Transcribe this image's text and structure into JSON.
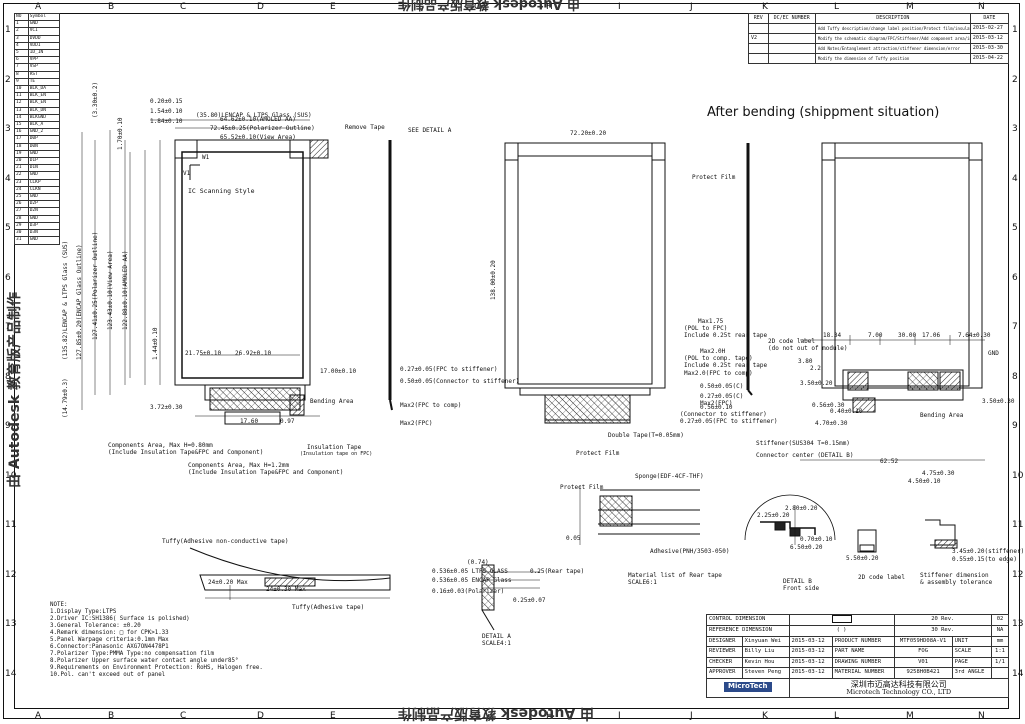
{
  "column_marks": [
    "A",
    "B",
    "C",
    "D",
    "E",
    "F",
    "G",
    "H",
    "I",
    "J",
    "K",
    "L",
    "M",
    "N"
  ],
  "row_marks": [
    "1",
    "2",
    "3",
    "4",
    "5",
    "6",
    "7",
    "8",
    "9",
    "10",
    "11",
    "12",
    "13",
    "14"
  ],
  "pin_table": {
    "headers": [
      "NO",
      "Symbol"
    ],
    "rows": [
      [
        "1",
        "GND"
      ],
      [
        "2",
        "VCI"
      ],
      [
        "3",
        "DVDD"
      ],
      [
        "4",
        "VDDI"
      ],
      [
        "5",
        "ID_IN"
      ],
      [
        "6",
        "VPP"
      ],
      [
        "7",
        "VSP"
      ],
      [
        "8",
        "RST"
      ],
      [
        "9",
        "TE"
      ],
      [
        "10",
        "BLK_DA"
      ],
      [
        "11",
        "BLK_EN"
      ],
      [
        "12",
        "BLK_EN"
      ],
      [
        "13",
        "BLK_DN"
      ],
      [
        "14",
        "BLKGND"
      ],
      [
        "15",
        "BLK_A"
      ],
      [
        "16",
        "GND_2"
      ],
      [
        "17",
        "D0P"
      ],
      [
        "18",
        "D0N"
      ],
      [
        "19",
        "GND"
      ],
      [
        "20",
        "D1P"
      ],
      [
        "21",
        "D1N"
      ],
      [
        "22",
        "GND"
      ],
      [
        "23",
        "CLKP"
      ],
      [
        "24",
        "CLKN"
      ],
      [
        "25",
        "GND"
      ],
      [
        "26",
        "D2P"
      ],
      [
        "27",
        "D2N"
      ],
      [
        "28",
        "GND"
      ],
      [
        "29",
        "D3P"
      ],
      [
        "30",
        "D3N"
      ],
      [
        "31",
        "GND"
      ]
    ]
  },
  "revision_table": {
    "headers": [
      "REV",
      "DC/EC NUMBER",
      "DESCRIPTION",
      "DATE"
    ],
    "rows": [
      [
        "",
        "",
        "Add Tuffy description/change label position/Protect film/insulation tape",
        "2015-02-27"
      ],
      [
        "V2",
        "",
        "Modify the schematic diagram/FPC/Stiffener/Add component area/insulation",
        "2015-03-12"
      ],
      [
        "",
        "",
        "Add Notes/Entanglement attraction/stiffener dimension/error",
        "2015-03-30"
      ],
      [
        "",
        "",
        "Modify the dimension of Tuffy position",
        "2015-04-22"
      ]
    ]
  },
  "heading": "After bending (shippment situation)",
  "front_view": {
    "dims_top": [
      "(35.80)LENCAP & LTPS Glass (SUS)",
      "0.20±0.15",
      "72.45±0.25(Polarizer Outline)",
      "1.54±0.10",
      "65.52±0.10(View Area)",
      "1.84±0.10",
      "64.62±0.10(AMOLED AA)"
    ],
    "dims_side": [
      "(3.30±0.2)",
      "1.70±0.10",
      "(135.82)LENCAP & LTPS Glass (SUS)",
      "127.85±0.20(ENCAP Glass Outline)",
      "127.41±0.25(Polarizer Outline)",
      "123.43±0.10(View Area)",
      "122.88±0.10(AMOLED AA)",
      "1.44±0.10",
      "(14.79±0.3)",
      "3.72±0.30",
      "17.00±0.10"
    ],
    "dims_bottom": [
      "21.75±0.10",
      "26.92±0.10",
      "0.27±0.05(FPC to stiffener)",
      "0.50±0.05(Connector to stiffener)",
      "Max2(FPC to comp)",
      "Max2(FPC)",
      "17.60",
      "0.97"
    ],
    "labels": {
      "remove_tape": "Remove Tape",
      "see_detail": "SEE DETAIL A",
      "w1": "W1",
      "v1": "V1",
      "scanning": "IC Scanning Style",
      "bending_area": "Bending Area",
      "insulation": "Insulation Tape",
      "insulation2": "(Insulation tape on FPC)",
      "comp1": "Components Area, Max H=0.80mm",
      "comp1b": "(Include Insulation Tape&FPC and Component)",
      "comp2": "Components Area, Max H=1.2mm",
      "comp2b": "(Include Insulation Tape&FPC and Component)"
    }
  },
  "back_view": {
    "dims": [
      "72.20±0.20",
      "138.00±0.20"
    ],
    "protect_film": "Protect Film",
    "protect_film_b": "Protect Film",
    "double_tape": "Double Tape(T=0.05mm)",
    "notes": [
      "Max1.75",
      "(POL to FPC)",
      "Include 0.25t rear tape",
      "Max2.0H",
      "(POL to comp. tape)",
      "Include 0.25t rear tape",
      "Max2.0(FPC to comp)",
      "0.50±0.05(C)",
      "0.27±0.05(C)",
      "Max2(FPC)",
      "0.56±0.10",
      "(Connector to stiffener)",
      "0.27±0.05(FPC to stiffener)"
    ]
  },
  "side_view": {
    "labels": [
      "2D code label",
      "(do not out of module)",
      "GND",
      "Bending Area",
      "Stiffener(SUS304 T=0.15mm)",
      "Connector center (DETAIL B)",
      "18.34",
      "7.00",
      "30.00",
      "17.06",
      "7.64±0.30",
      "3.80",
      "4.70±0.30",
      "3.50±0.20",
      "62.52",
      "0.56±0.30",
      "0.40±0.10",
      "3.50±0.30",
      "2.2"
    ]
  },
  "detail_tape": {
    "sponge": "Sponge(EDF-4CF-THF)",
    "protect_film": "Protect Film",
    "adhesive": "Adhesive(PNH/3503-050)",
    "material": "Material list of Rear tape",
    "scale": "SCALE6:1",
    "dim": "0.05"
  },
  "detail_a": {
    "title": "DETAIL A",
    "scale": "SCALE4:1",
    "labels": [
      "(0.74)",
      "0.536±0.05 LTPS GLASS",
      "0.536±0.05 ENCAP Glass",
      "0.16±0.03(Polarizer)",
      "0.25(Rear tape)",
      "0.25±0.07"
    ]
  },
  "tuffy": {
    "label1": "Tuffy(Adhesive non-conductive tape)",
    "label2": "Tuffy(Adhesive tape)",
    "dim1": "24±0.20 Max",
    "dim2": "24±0.30 Max"
  },
  "detail_b": {
    "title": "DETAIL B",
    "subtitle": "Front side",
    "labels": [
      "2.80±0.20",
      "6.50±0.20",
      "0.70±0.10",
      "2.25±0.20",
      "5.50±0.20",
      "4.50±0.10",
      "4.75±0.30"
    ],
    "code_label": "2D code label",
    "stiffener": "Stiffener dimension",
    "stiffener2": "& assembly tolerance",
    "c1": "3.45±0.20(stiffener)",
    "c2": "0.55±0.15(to edge)"
  },
  "notes": [
    "NOTE:",
    "1.Display Type:LTPS",
    "2.Driver IC:SH1386( Surface is polished)",
    "3.General Tolerance: ±0.20",
    "4.Remark dimension: □ for CPK>1.33",
    "5.Panel Warpage criteria:0.1mm Max",
    "6.Connector:Panasonic AXG7ON4478P1",
    "7.Polarizer Type:PMMA Type:no compensation film",
    "8.Polarizer Upper surface water contact angle under85°",
    "9.Requirements on Environment Protection: RoHS, Halogen free.",
    "10.Pol. can't exceed out of panel"
  ],
  "title_block": {
    "control_dim": "CONTROL DIMENSION",
    "ref_dim": "REFERENCE DIMENSION",
    "ref_paren": "(  )",
    "rows": [
      {
        "role": "DESIGNER",
        "name": "Xinyuan Wei",
        "date": "2015-03-12",
        "label": "PRODUCT NUMBER",
        "value": "MTF059HD08A-V1",
        "k": "UNIT",
        "v": "mm"
      },
      {
        "role": "REVIEWER",
        "name": "Billy Liu",
        "date": "2015-03-12",
        "label": "PART NAME",
        "value": "FOG",
        "k": "SCALE",
        "v": "1:1"
      },
      {
        "role": "CHECKER",
        "name": "Kevin Hou",
        "date": "2015-03-12",
        "label": "DRAWING NUMBER",
        "value": "V01",
        "k": "PAGE",
        "v": "1/1"
      },
      {
        "role": "APPROVER",
        "name": "Steven Peng",
        "date": "2015-03-12",
        "label": "MATERIAL NUMBER",
        "value": "9258H0B421",
        "k": "3rd ANGLE",
        "v": ""
      }
    ],
    "tol1_a": "20 Rev.",
    "tol1_b": "02",
    "tol2_a": "30 Rev.",
    "tol2_b": "NA",
    "company_cn": "深圳市迈高达科技有限公司",
    "company_en": "Microtech Technology CO., LTD",
    "logo": "MicroTech"
  },
  "watermark_left": "由 Autodesk 教育版产品制作",
  "watermark_bottom": "由 Autodesk 教育版产品制作",
  "watermark_top": "由 Autodesk 教育版产品制作"
}
